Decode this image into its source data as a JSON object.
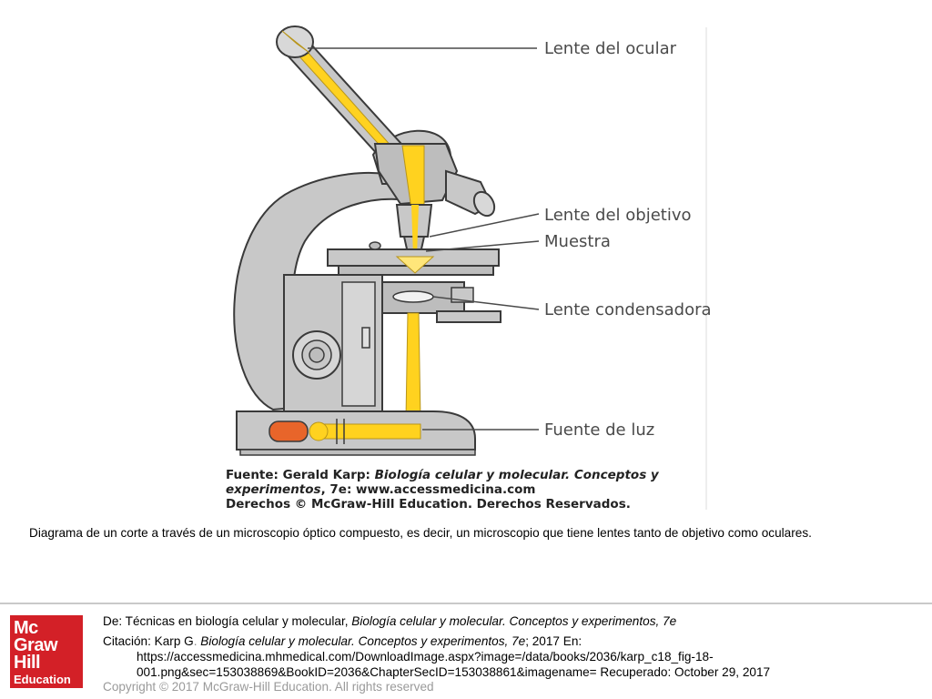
{
  "figure": {
    "labels": {
      "eyepiece": "Lente del ocular",
      "objective": "Lente del objetivo",
      "sample": "Muestra",
      "condenser": "Lente condensadora",
      "light": "Fuente de luz"
    },
    "source": {
      "line1_prefix": "Fuente: Gerald Karp: ",
      "line1_title": "Biología celular y molecular. Conceptos y",
      "line2_title": "experimentos",
      "line2_rest": ", 7e: www.accessmedicina.com",
      "line3": "Derechos © McGraw-Hill Education. Derechos Reservados."
    }
  },
  "caption": "Diagrama de un corte a través de un microscopio óptico compuesto, es decir, un microscopio que tiene lentes tanto de objetivo como oculares.",
  "footer": {
    "logo": {
      "line1": "Mc",
      "line2": "Graw",
      "line3": "Hill",
      "line4": "Education"
    },
    "de_prefix": "De: Técnicas en biología celular y molecular, ",
    "de_title": "Biología celular y molecular. Conceptos y experimentos, 7e",
    "cit_prefix": "Citación: Karp G",
    "cit_dot": ".",
    "cit_title": " Biología celular y molecular. Conceptos y experimentos, 7e",
    "cit_rest": "; 2017 En:",
    "url_line1": "https://accessmedicina.mhmedical.com/DownloadImage.aspx?image=/data/books/2036/karp_c18_fig-18-",
    "url_line2": "001.png&sec=153038869&BookID=2036&ChapterSecID=153038861&imagename= Recuperado: October 29, 2017",
    "copyright": "Copyright © 2017 McGraw-Hill Education. All rights reserved"
  },
  "colors": {
    "body_gray": "#c8c8c8",
    "outline": "#3a3a3a",
    "light_beam": "#ffd21f",
    "lamp": "#e8652a",
    "brand_red": "#d32027"
  }
}
